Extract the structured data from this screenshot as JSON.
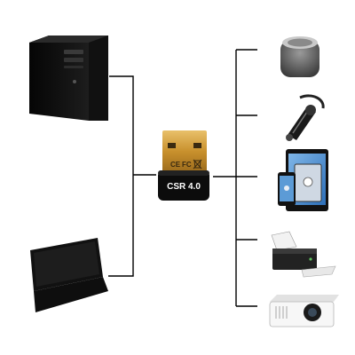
{
  "dongle": {
    "label": "CSR 4.0",
    "mark_ce": "CE",
    "mark_fc": "FC",
    "mark_recycle": "recycle-mark"
  },
  "left_devices": [
    {
      "icon": "desktop-tower-icon"
    },
    {
      "icon": "laptop-icon"
    }
  ],
  "right_devices": [
    {
      "icon": "bluetooth-speaker-icon"
    },
    {
      "icon": "bluetooth-headset-icon"
    },
    {
      "icon": "tablet-phone-icon"
    },
    {
      "icon": "printer-icon"
    },
    {
      "icon": "projector-icon"
    }
  ],
  "colors": {
    "line": "#000000",
    "dongle_body": "#0c0c0c",
    "gold": "#d7a43c"
  }
}
